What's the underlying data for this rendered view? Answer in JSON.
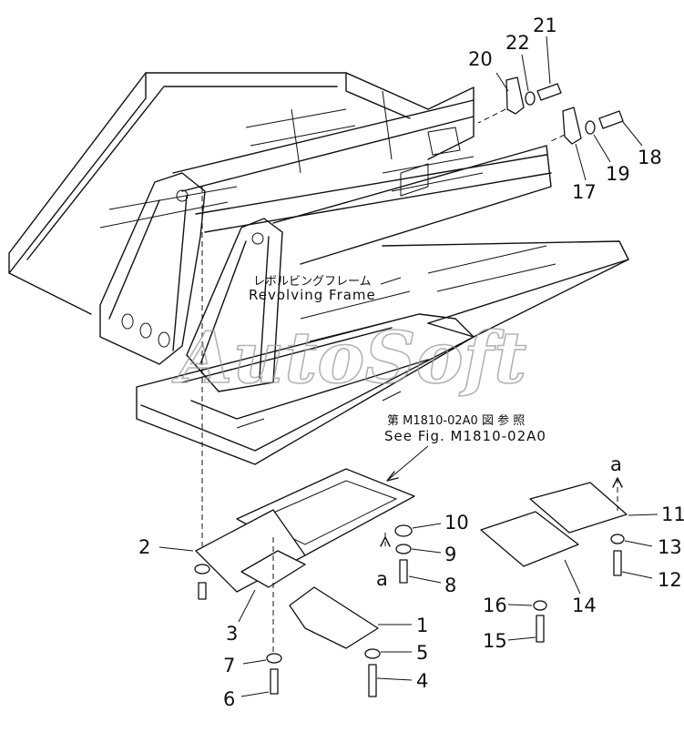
{
  "watermark": "AutoSoft",
  "frame_caption": {
    "jp": "レボルビングフレーム",
    "en": "Revolving Frame"
  },
  "reference": {
    "jp": "第 M1810-02A0 図 参 照",
    "en": "See Fig. M1810-02A0"
  },
  "marker_label": "a",
  "callouts": [
    "1",
    "2",
    "3",
    "4",
    "5",
    "6",
    "7",
    "8",
    "9",
    "10",
    "11",
    "12",
    "13",
    "14",
    "15",
    "16",
    "17",
    "18",
    "19",
    "20",
    "21",
    "22"
  ]
}
